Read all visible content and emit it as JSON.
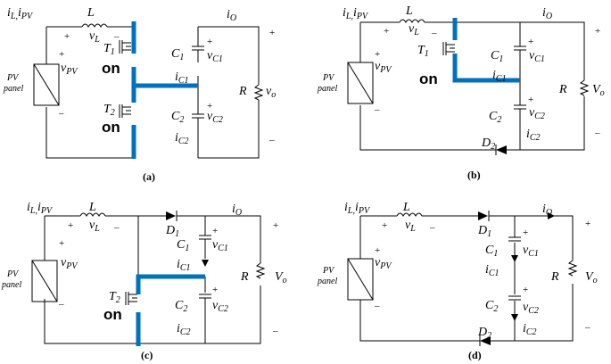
{
  "panels": [
    {
      "caption": "(a)",
      "il": "i",
      "il_sub": "L,",
      "ipv": "i",
      "ipv_sub": "PV",
      "L": "L",
      "vL": "v",
      "vL_sub": "L",
      "vpv": "v",
      "vpv_sub": "PV",
      "pv_panel": [
        "PV",
        "panel"
      ],
      "T1": "T",
      "T1_sub": "1",
      "T2": "T",
      "T2_sub": "2",
      "on1": "on",
      "on2": "on",
      "C1": "C",
      "C1_sub": "1",
      "vC1": "v",
      "vC1_sub": "C1",
      "C2": "C",
      "C2_sub": "2",
      "vC2": "v",
      "vC2_sub": "C2",
      "iC1": "i",
      "iC1_sub": "C1",
      "iC2": "i",
      "iC2_sub": "C2",
      "iO": "i",
      "iO_sub": "O",
      "R": "R",
      "Vo": "v",
      "Vo_sub": "o"
    },
    {
      "caption": "(b)",
      "il": "i",
      "il_sub": "L,",
      "ipv": "i",
      "ipv_sub": "PV",
      "L": "L",
      "vL": "v",
      "vL_sub": "L",
      "vpv": "v",
      "vpv_sub": "PV",
      "pv_panel": [
        "PV",
        "panel"
      ],
      "T1": "T",
      "T1_sub": "1",
      "on1": "on",
      "C1": "C",
      "C1_sub": "1",
      "vC1": "v",
      "vC1_sub": "C1",
      "C2": "C",
      "C2_sub": "2",
      "vC2": "v",
      "vC2_sub": "C2",
      "iC1": "i",
      "iC1_sub": "C1",
      "iC2": "i",
      "iC2_sub": "C2",
      "iO": "i",
      "iO_sub": "O",
      "R": "R",
      "Vo": "V",
      "Vo_sub": "o",
      "D2": "D",
      "D2_sub": "2"
    },
    {
      "caption": "(c)",
      "il": "i",
      "il_sub": "L,",
      "ipv": "i",
      "ipv_sub": "PV",
      "L": "L",
      "vL": "v",
      "vL_sub": "L",
      "vpv": "v",
      "vpv_sub": "PV",
      "pv_panel": [
        "PV",
        "panel"
      ],
      "T2": "T",
      "T2_sub": "2",
      "on2": "on",
      "D1": "D",
      "D1_sub": "1",
      "C1": "C",
      "C1_sub": "1",
      "vC1": "v",
      "vC1_sub": "C1",
      "C2": "C",
      "C2_sub": "2",
      "vC2": "v",
      "vC2_sub": "C2",
      "iC1": "i",
      "iC1_sub": "C1",
      "iC2": "i",
      "iC2_sub": "C2",
      "iO": "i",
      "iO_sub": "O",
      "R": "R",
      "Vo": "V",
      "Vo_sub": "o"
    },
    {
      "caption": "(d)",
      "il": "i",
      "il_sub": "L,",
      "ipv": "i",
      "ipv_sub": "PV",
      "L": "L",
      "vL": "v",
      "vL_sub": "L",
      "vpv": "v",
      "vpv_sub": "PV",
      "pv_panel": [
        "PV",
        "panel"
      ],
      "D1": "D",
      "D1_sub": "1",
      "C1": "C",
      "C1_sub": "1",
      "vC1": "v",
      "vC1_sub": "C1",
      "C2": "C",
      "C2_sub": "2",
      "vC2": "v",
      "vC2_sub": "C2",
      "iC1": "i",
      "iC1_sub": "C1",
      "iC2": "i",
      "iC2_sub": "C2",
      "iO": "i",
      "iO_sub": "O",
      "R": "R",
      "Vo": "V",
      "Vo_sub": "o",
      "D2": "D",
      "D2_sub": "2"
    }
  ],
  "signs": {
    "plus": "+",
    "minus": "–"
  },
  "colors": {
    "highlight": "#0070c0",
    "wire": "#000000"
  }
}
